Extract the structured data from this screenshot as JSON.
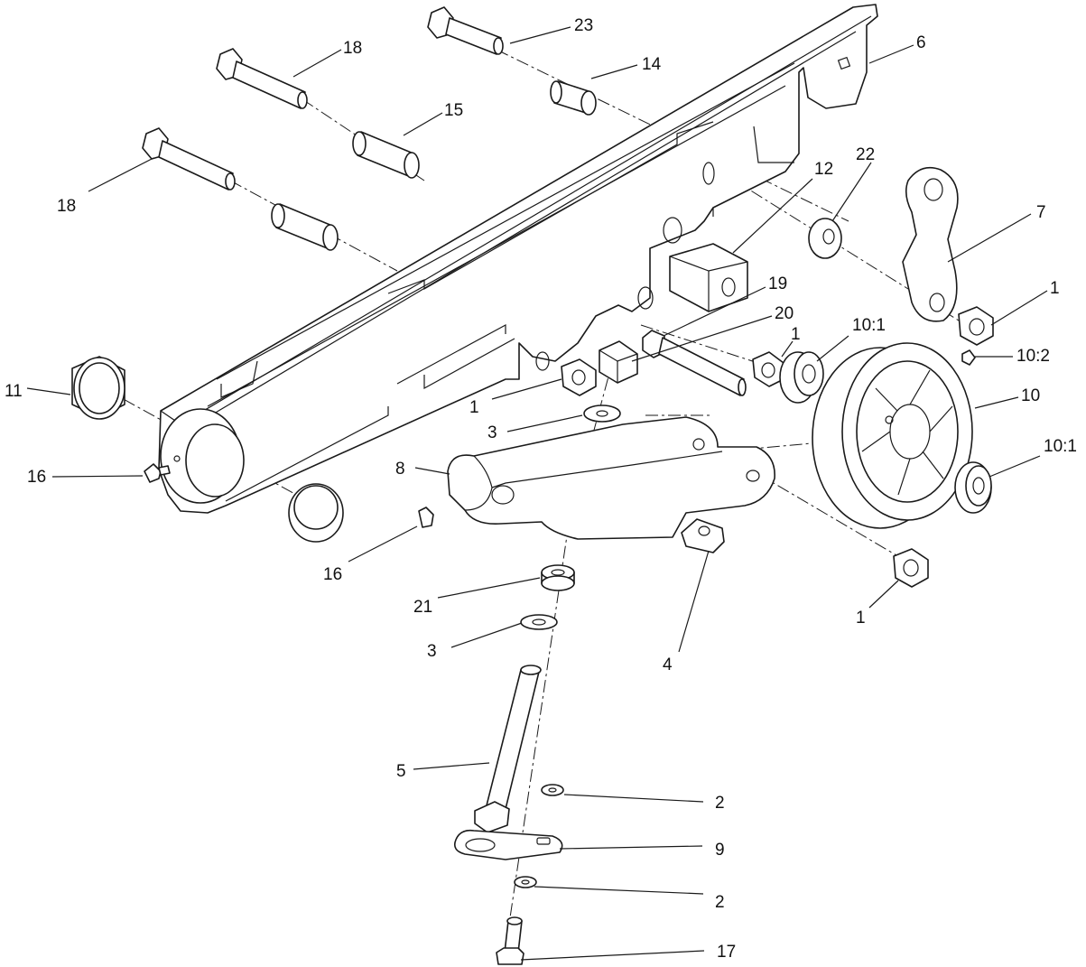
{
  "callouts": {
    "c23": "23",
    "c18a": "18",
    "c14": "14",
    "c6": "6",
    "c15": "15",
    "c18b": "18",
    "c22": "22",
    "c12": "12",
    "c7": "7",
    "c1a": "1",
    "c19": "19",
    "c20": "20",
    "c1b": "1",
    "c101a": "10:1",
    "c102": "10:2",
    "c11": "11",
    "c1c": "1",
    "c3a": "3",
    "c10": "10",
    "c101b": "10:1",
    "c16a": "16",
    "c8": "8",
    "c16b": "16",
    "c21": "21",
    "c4": "4",
    "c1d": "1",
    "c3b": "3",
    "c5": "5",
    "c2a": "2",
    "c9": "9",
    "c2b": "2",
    "c17": "17"
  }
}
